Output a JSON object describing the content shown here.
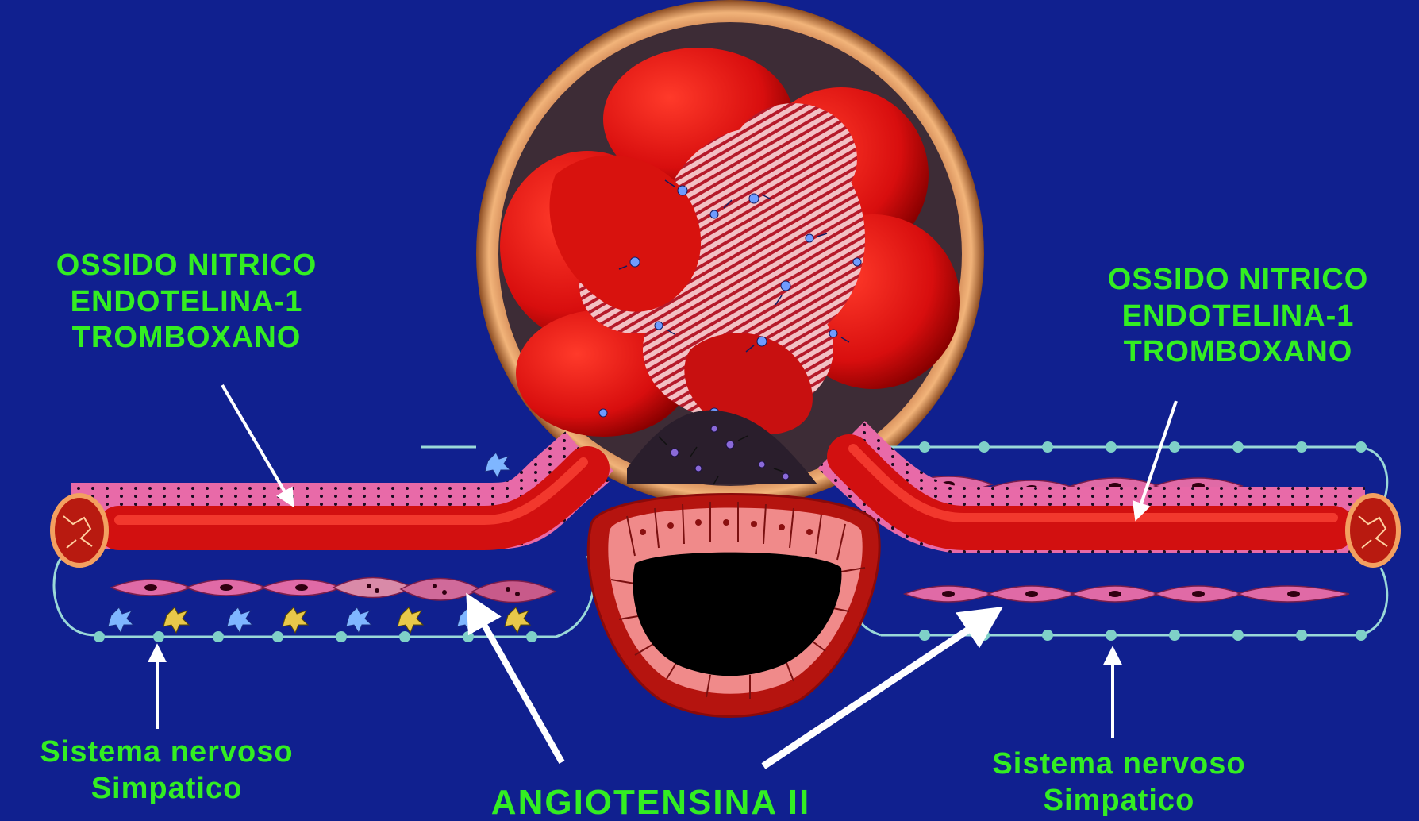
{
  "left_mediators": {
    "line1": "OSSIDO NITRICO",
    "line2": "ENDOTELINA-1",
    "line3": "TROMBOXANO"
  },
  "right_mediators": {
    "line1": "OSSIDO NITRICO",
    "line2": "ENDOTELINA-1",
    "line3": "TROMBOXANO"
  },
  "left_sympathetic": {
    "line1": "Sistema nervoso",
    "line2": "Simpatico"
  },
  "right_sympathetic": {
    "line1": "Sistema nervoso",
    "line2": "Simpatico"
  },
  "angiotensin_label": "ANGIOTENSINA II",
  "colors": {
    "background": "#10208f",
    "label_green": "#33ee22",
    "vessel_red": "#e01010",
    "arrow_white": "#ffffff"
  }
}
